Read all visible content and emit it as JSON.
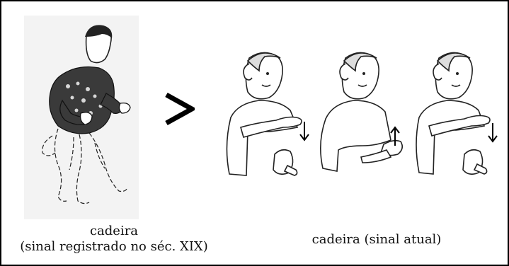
{
  "figure": {
    "old_sign": {
      "caption_line1": "cadeira",
      "caption_line2": "(sinal registrado no séc. XIX)"
    },
    "comparison_symbol": ">",
    "current_sign": {
      "caption": "cadeira (sinal atual)"
    }
  }
}
